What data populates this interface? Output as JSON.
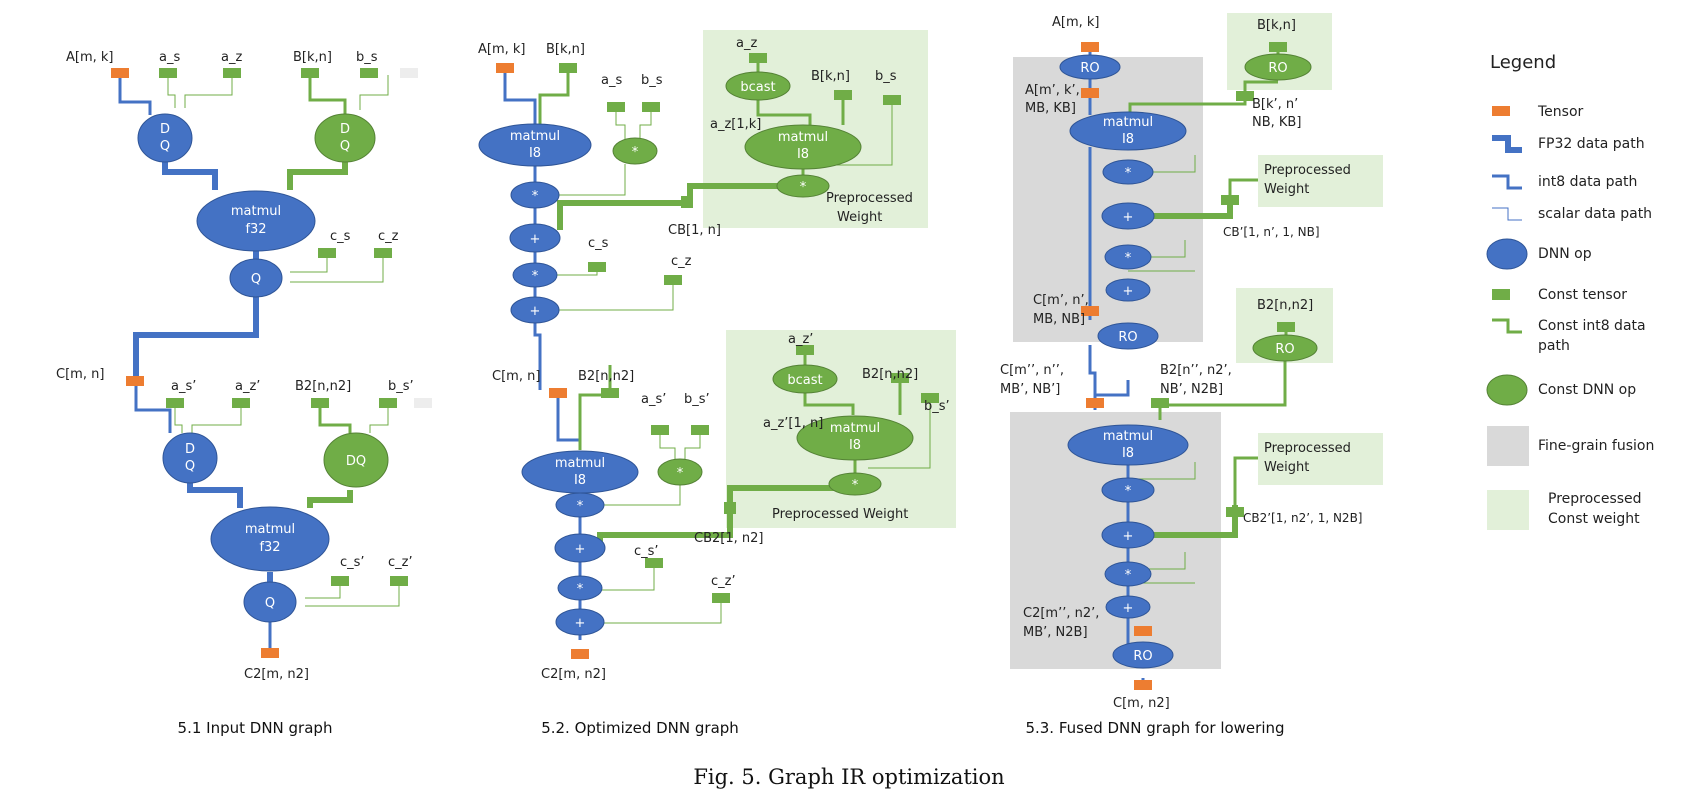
{
  "figure": {
    "caption": "Fig. 5. Graph IR optimization"
  },
  "panels": {
    "p1": {
      "caption": "5.1 Input DNN graph",
      "labels": {
        "A": "A[m, k]",
        "a_s": "a_s",
        "a_z": "a_z",
        "B": "B[k,n]",
        "b_s": "b_s",
        "c_s": "c_s",
        "c_z": "c_z",
        "C": "C[m, n]",
        "a_s2": "a_s’",
        "a_z2": "a_z’",
        "B2": "B2[n,n2]",
        "b_s2": "b_s’",
        "c_s2": "c_s’",
        "c_z2": "c_z’",
        "C2": "C2[m, n2]"
      },
      "ops": {
        "dq1_a": "D",
        "dq1_b": "Q",
        "dq2_a": "D",
        "dq2_b": "Q",
        "mm1_a": "matmul",
        "mm1_b": "f32",
        "q1": "Q",
        "dq3_a": "D",
        "dq3_b": "Q",
        "dq4": "DQ",
        "mm2_a": "matmul",
        "mm2_b": "f32",
        "q2": "Q"
      }
    },
    "p2": {
      "caption": "5.2. Optimized DNN graph",
      "labels": {
        "A": "A[m, k]",
        "B": "B[k,n]",
        "a_s": "a_s",
        "b_s": "b_s",
        "a_z": "a_z",
        "Bk": "B[k,n]",
        "b_s_r": "b_s",
        "a_z1k": "a_z[1,k]",
        "pre1_a": "Preprocessed",
        "pre1_b": "Weight",
        "CB": "CB[1, n]",
        "c_s": "c_s",
        "c_z": "c_z",
        "C": "C[m, n]",
        "B2": "B2[n,n2]",
        "a_s2": "a_s’",
        "b_s2": "b_s’",
        "a_z2": "a_z’",
        "B2r": "B2[n,n2]",
        "b_s2r": "b_s’",
        "a_z21n": "a_z’[1, n]",
        "pre2": "Preprocessed Weight",
        "CB2": "CB2[1, n2]",
        "c_s2": "c_s’",
        "c_z2": "c_z’",
        "C2": "C2[m, n2]"
      },
      "ops": {
        "mm_a": "matmul",
        "mm_b": "I8",
        "mul": "*",
        "add": "+",
        "bcast": "bcast",
        "cmul": "*",
        "cmm_a": "matmul",
        "cmm_b": "I8"
      }
    },
    "p3": {
      "caption": "5.3. Fused DNN graph for lowering",
      "labels": {
        "A": "A[m, k]",
        "B": "B[k,n]",
        "A2_a": "A[m’, k’,",
        "A2_b": "MB, KB]",
        "Bk_a": "B[k’, n’",
        "Bk_b": "NB, KB]",
        "pre1_a": "Preprocessed",
        "pre1_b": "Weight",
        "CB": "CB’[1, n’, 1, NB]",
        "C_a": "C[m’, n’,",
        "C_b": "MB, NB]",
        "B2": "B2[n,n2]",
        "C2_a": "C[m’’, n’’,",
        "C2_b": "MB’, NB’]",
        "B2r_a": "B2[n’’, n2’,",
        "B2r_b": "NB’, N2B]",
        "pre2_a": "Preprocessed",
        "pre2_b": "Weight",
        "CB2": "CB2’[1, n2’, 1, N2B]",
        "Cf_a": "C2[m’’, n2’,",
        "Cf_b": "MB’, N2B]",
        "Cout": "C[m, n2]"
      },
      "ops": {
        "ro": "RO",
        "mm_a": "matmul",
        "mm_b": "I8",
        "mul": "*",
        "add": "+"
      }
    }
  },
  "legend": {
    "title": "Legend",
    "items": [
      "Tensor",
      "FP32 data path",
      "int8 data path",
      "scalar data path",
      "DNN op",
      "Const tensor",
      "Const int8 data path",
      "Const DNN op",
      "Fine-grain fusion",
      "Preprocessed Const weight"
    ],
    "line2": {
      "ci8": "path",
      "pre": "Const weight"
    }
  },
  "colors": {
    "dnn_op": "#4472C4",
    "const": "#70AD47",
    "tensor": "#ED7D31",
    "fusion": "#D9D9D9",
    "preprocessed": "#E2F0D9"
  }
}
